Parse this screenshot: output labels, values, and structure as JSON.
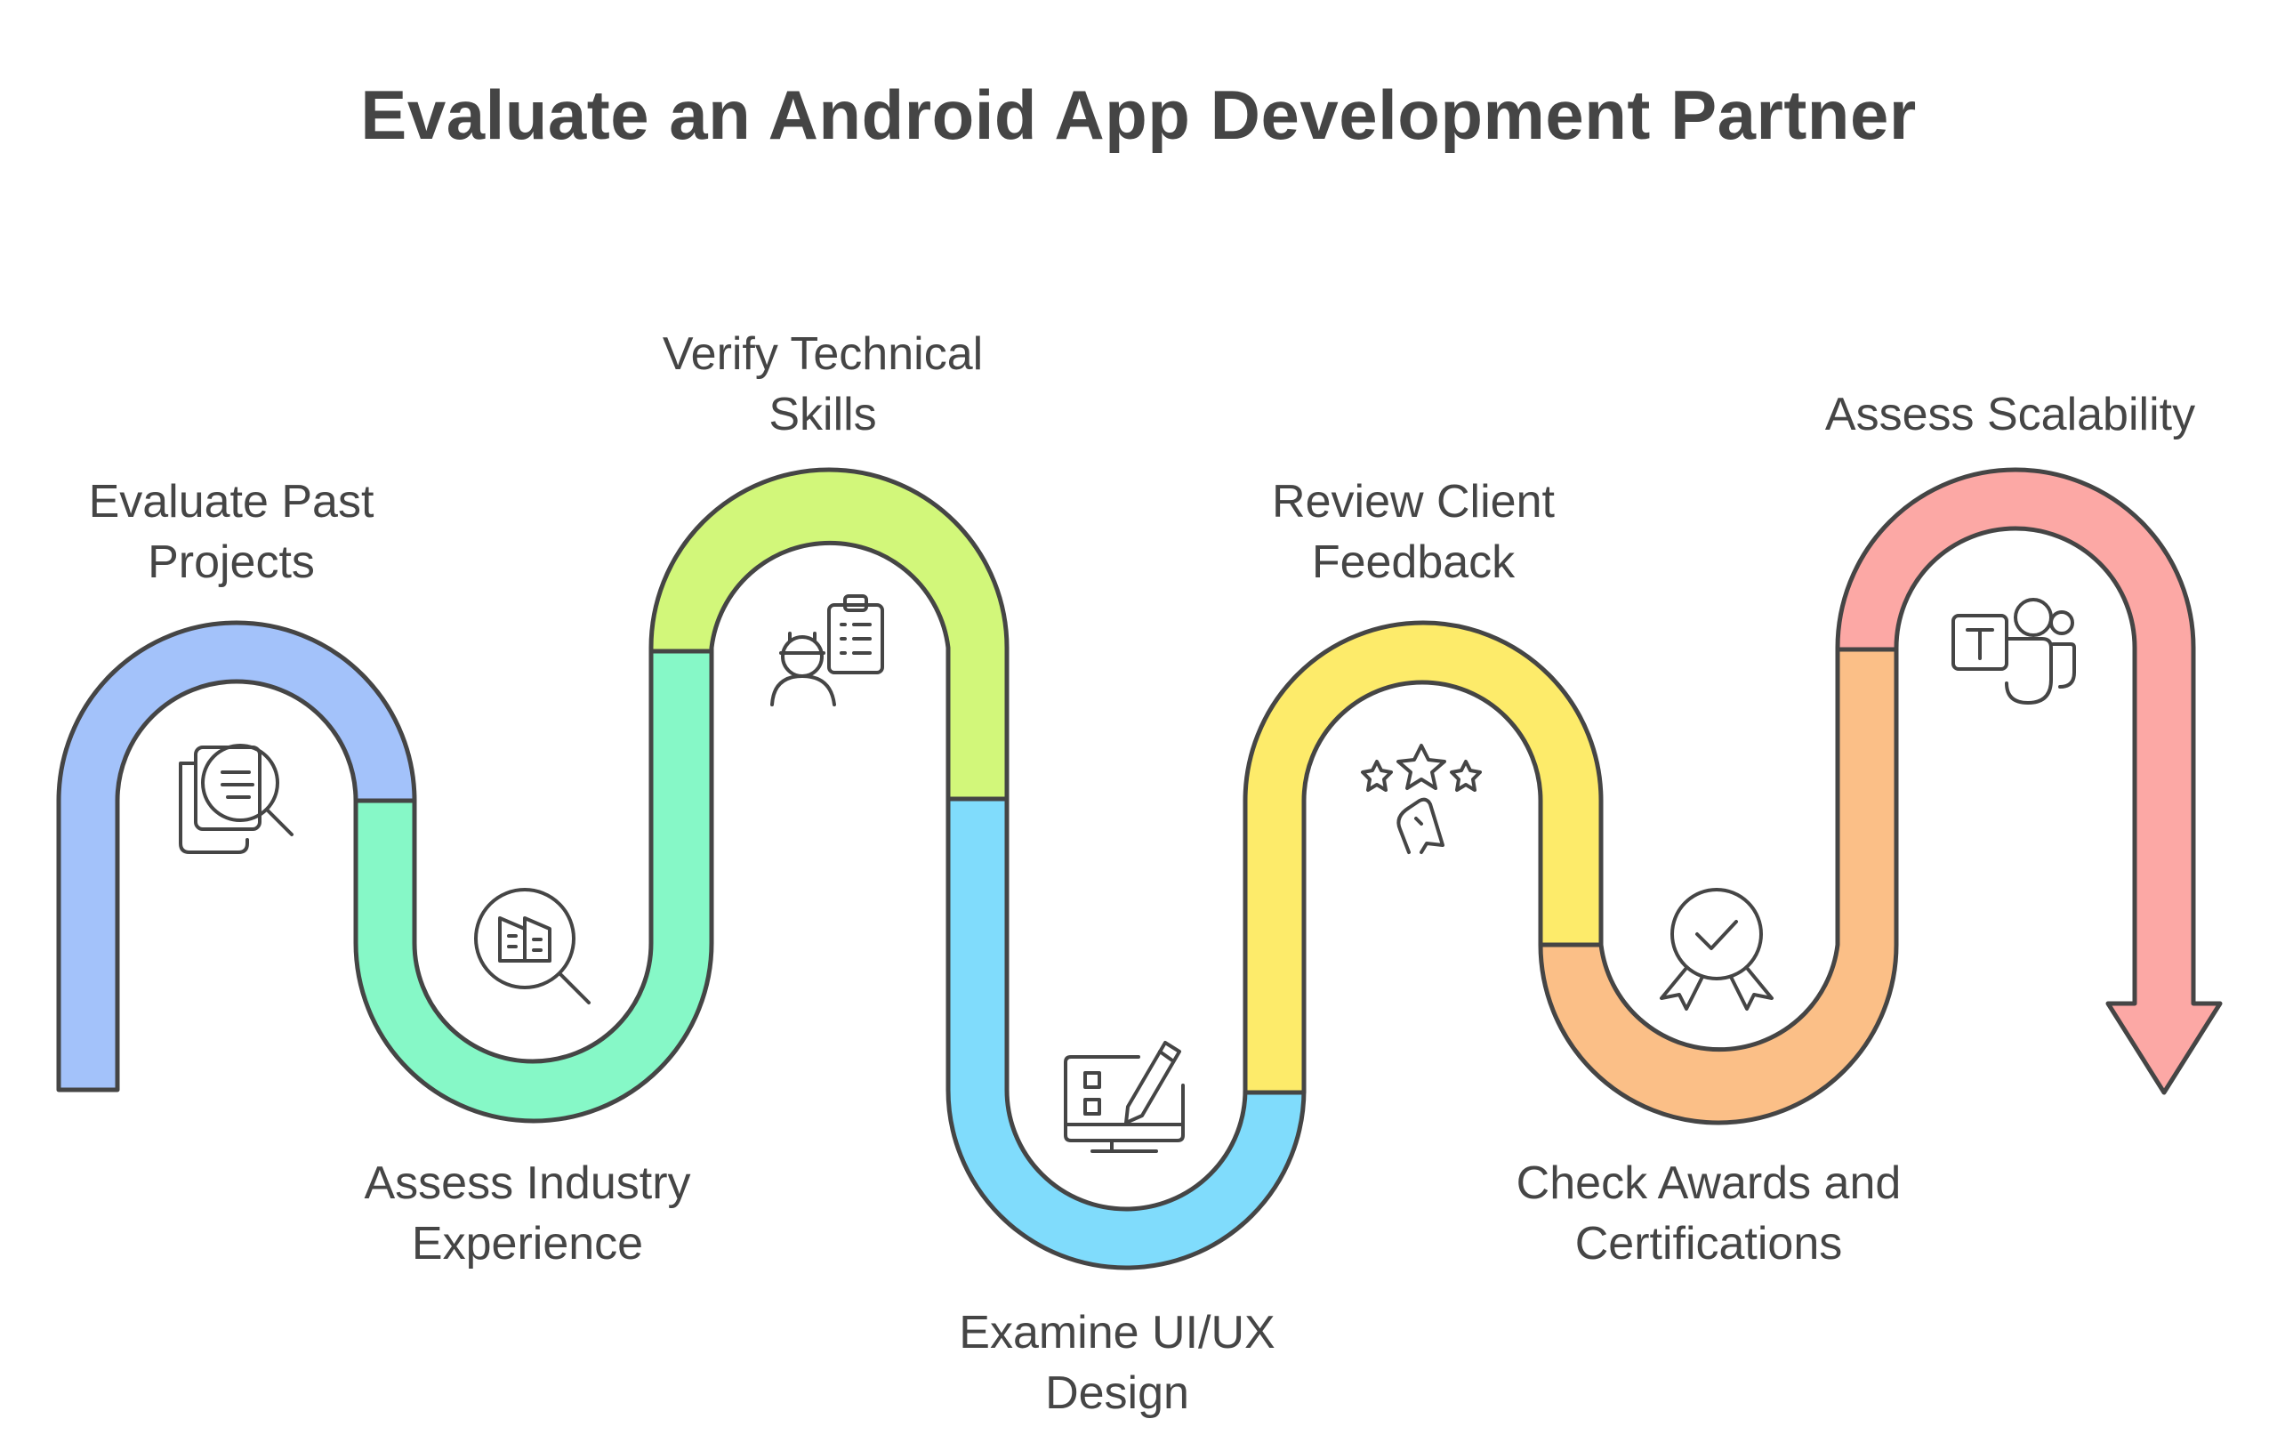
{
  "title": "Evaluate an Android App Development Partner",
  "steps": [
    {
      "line1": "Evaluate Past",
      "line2": "Projects",
      "color": "#A3C2FA",
      "icon": "document-search-icon"
    },
    {
      "line1": "Assess Industry",
      "line2": "Experience",
      "color": "#86F8C7",
      "icon": "building-search-icon"
    },
    {
      "line1": "Verify Technical",
      "line2": "Skills",
      "color": "#D2F77A",
      "icon": "engineer-checklist-icon"
    },
    {
      "line1": "Examine UI/UX",
      "line2": "Design",
      "color": "#80DCFC",
      "icon": "design-monitor-icon"
    },
    {
      "line1": "Review Client",
      "line2": "Feedback",
      "color": "#FDEB6A",
      "icon": "stars-feedback-icon"
    },
    {
      "line1": "Check Awards and",
      "line2": "Certifications",
      "color": "#FBBF87",
      "icon": "award-badge-icon"
    },
    {
      "line1": "Assess Scalability",
      "line2": "",
      "color": "#FCA8A5",
      "icon": "teams-icon"
    }
  ]
}
